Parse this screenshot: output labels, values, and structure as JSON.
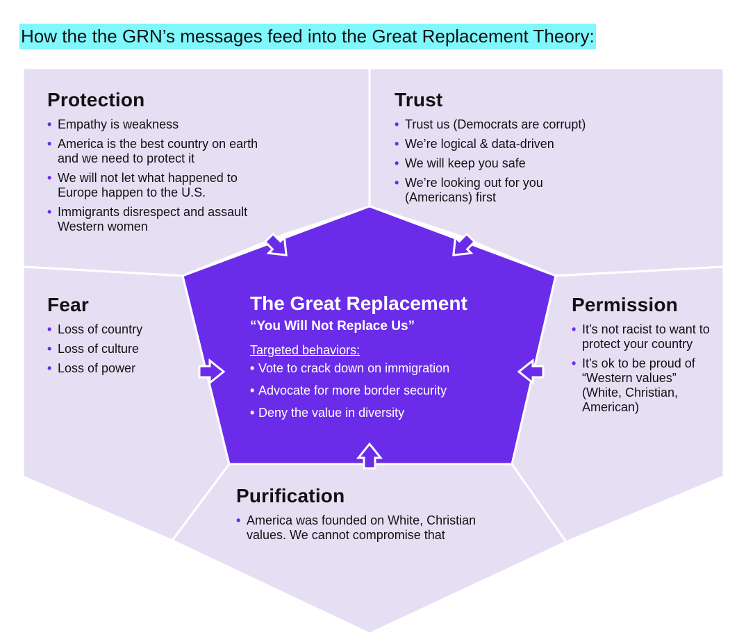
{
  "title": "How the the GRN’s messages feed into the Great Replacement Theory:",
  "colors": {
    "title_highlight": "#7ff7fb",
    "panel_fill": "#e6dff4",
    "center_fill": "#6b2cea",
    "bullet": "#6b2cea",
    "divider": "#ffffff"
  },
  "center": {
    "heading": "The Great Replacement",
    "slogan": "“You Will Not Replace Us”",
    "behaviors_label": "Targeted behaviors:",
    "behaviors": [
      "Vote to crack down on immigration",
      "Advocate for more border security",
      "Deny the value in diversity"
    ]
  },
  "sections": {
    "protection": {
      "heading": "Protection",
      "items": [
        "Empathy is weakness",
        "America is the best country on earth and we need to protect it",
        "We will not let what happened to Europe happen to the U.S.",
        "Immigrants disrespect and assault Western women"
      ]
    },
    "trust": {
      "heading": "Trust",
      "items": [
        "Trust us (Democrats are corrupt)",
        "We’re logical & data-driven",
        "We will keep you safe",
        "We’re looking out for you (Americans) first"
      ]
    },
    "fear": {
      "heading": "Fear",
      "items": [
        "Loss of country",
        "Loss of culture",
        "Loss of power"
      ]
    },
    "permission": {
      "heading": "Permission",
      "items": [
        "It’s not racist to want to protect your country",
        "It’s ok to be proud of “Western values” (White, Christian, American)"
      ]
    },
    "purification": {
      "heading": "Purification",
      "items": [
        "America was founded on White, Christian values. We cannot compromise that"
      ]
    }
  }
}
